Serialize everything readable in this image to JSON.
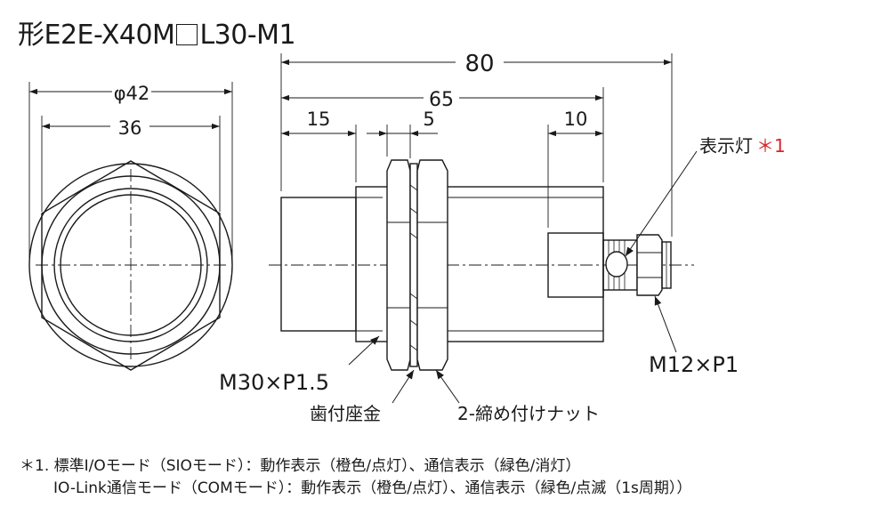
{
  "title": {
    "prefix": "形E2E-X40M",
    "suffix": "L30-M1"
  },
  "dimensions": {
    "dia_outer": "φ42",
    "across_flats": "36",
    "total_length": "80",
    "body_length": "65",
    "front_length": "15",
    "nut_width": "5",
    "connector_length": "10"
  },
  "labels": {
    "indicator": "表示灯",
    "indicator_ref": "＊1",
    "thread_body": "M30×P1.5",
    "thread_connector": "M12×P1",
    "toothed_washer": "歯付座金",
    "nuts": "2-締め付けナット"
  },
  "notes": {
    "line1": "＊1. 標準I/Oモード（SIOモード）：動作表示（橙色/点灯）、通信表示（緑色/消灯）",
    "line2": "IO-Link通信モード（COMモード）：動作表示（橙色/点灯）、通信表示（緑色/点滅（1s周期））"
  }
}
